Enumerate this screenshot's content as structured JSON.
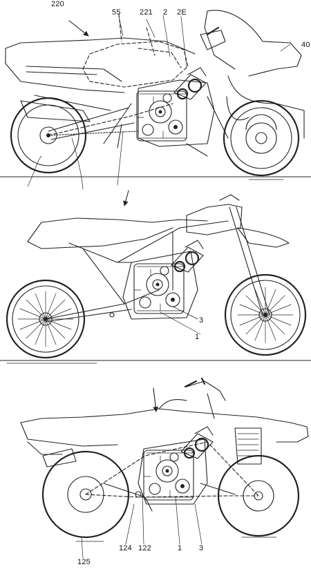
{
  "figure": {
    "panels": [
      {
        "id": "sport-bike",
        "labels": [
          "220",
          "55",
          "221",
          "2",
          "2E",
          "40"
        ]
      },
      {
        "id": "off-road-bike",
        "labels": [
          "3",
          "1"
        ]
      },
      {
        "id": "atv",
        "labels": [
          "124",
          "122",
          "1",
          "3",
          "125"
        ]
      }
    ]
  }
}
